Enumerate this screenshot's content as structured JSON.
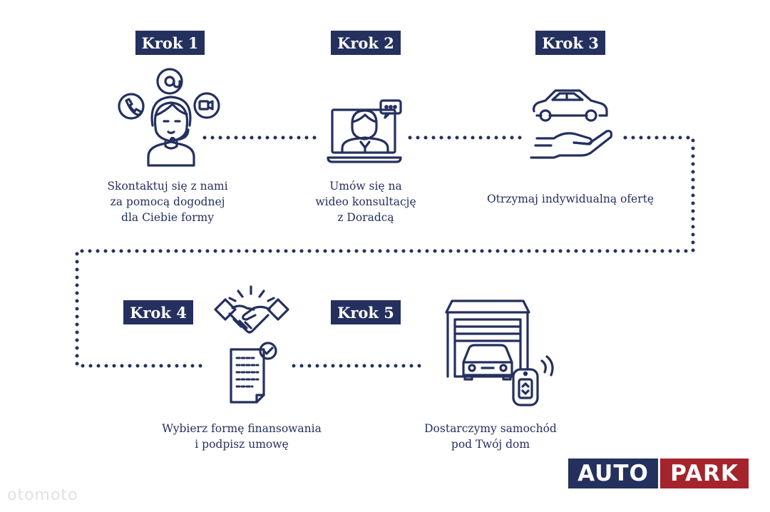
{
  "colors": {
    "navy": "#24305e",
    "red": "#a5242c",
    "white": "#ffffff"
  },
  "steps": [
    {
      "badge": "Krok 1",
      "icon": "headset-contact-icon",
      "lines": [
        "Skontaktuj się z nami",
        "za pomocą dogodnej",
        "dla Ciebie formy"
      ]
    },
    {
      "badge": "Krok 2",
      "icon": "video-consultation-icon",
      "lines": [
        "Umów się na",
        "wideo konsultację",
        "z Doradcą"
      ]
    },
    {
      "badge": "Krok 3",
      "icon": "car-offer-hand-icon",
      "lines": [
        "Otrzymaj indywidualną ofertę"
      ]
    },
    {
      "badge": "Krok 4",
      "icon": "handshake-contract-icon",
      "lines": [
        "Wybierz formę finansowania",
        "i podpisz umowę"
      ]
    },
    {
      "badge": "Krok 5",
      "icon": "garage-delivery-icon",
      "lines": [
        "Dostarczymy samochód",
        "pod Twój dom"
      ]
    }
  ],
  "logo": {
    "left": "AUTO",
    "right": "PARK"
  },
  "watermark": "otomoto"
}
